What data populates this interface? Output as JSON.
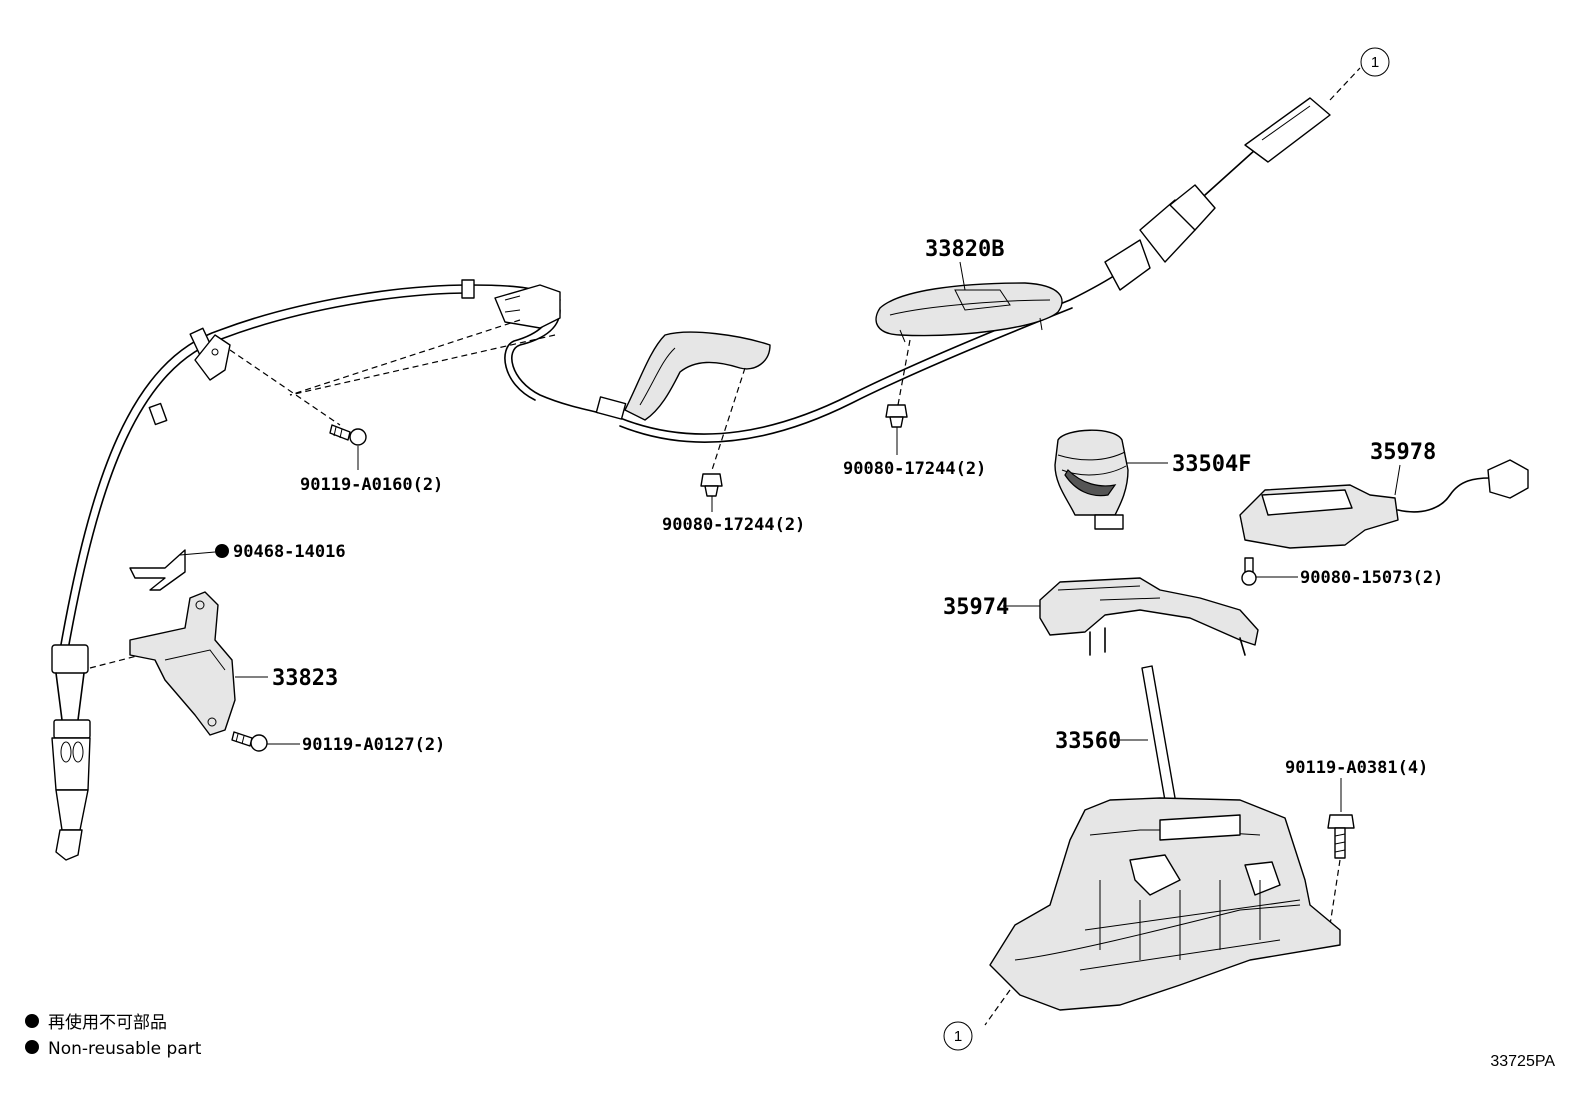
{
  "parts": {
    "cable_assy": "33820B",
    "knob": "33504F",
    "switch": "35978",
    "indicator_housing": "35974",
    "lever_assy": "33560",
    "bracket": "33823"
  },
  "fasteners": {
    "bolt_a0160": "90119-A0160(2)",
    "clip_left": "90080-17244(2)",
    "clip_right": "90080-17244(2)",
    "washer_14016": "90468-14016",
    "bolt_a0127": "90119-A0127(2)",
    "bolt_15073": "90080-15073(2)",
    "bolt_a0381": "90119-A0381(4)"
  },
  "refs": {
    "top_ref": "1",
    "bottom_ref": "1"
  },
  "legend": {
    "line_jp": "再使用不可部品",
    "line_en": "Non-reusable part"
  },
  "diagram_code": "33725PA"
}
